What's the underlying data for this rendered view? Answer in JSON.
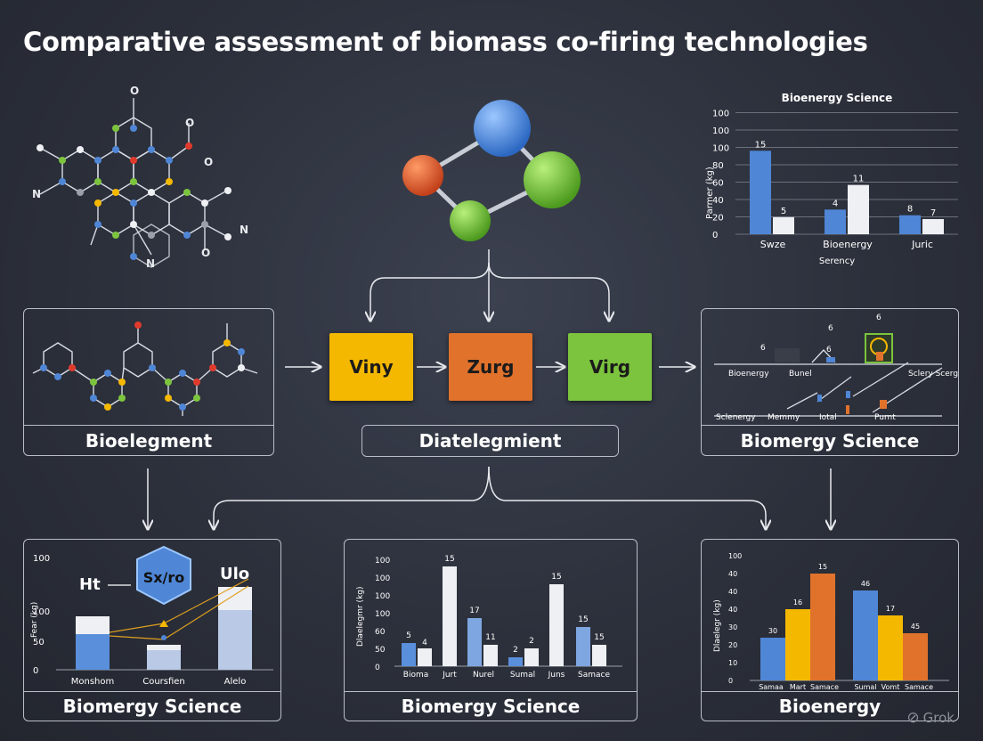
{
  "title": "Comparative assessment of biomass co-firing technologies",
  "colors": {
    "blue": "#4f86d6",
    "orange": "#e0722c",
    "yellow": "#f5b800",
    "green": "#7cc43e",
    "white": "#eef0f4"
  },
  "processes": [
    {
      "label": "Viny",
      "color": "#f5b800"
    },
    {
      "label": "Zurg",
      "color": "#e0722c"
    },
    {
      "label": "Virg",
      "color": "#7cc43e"
    }
  ],
  "mid_labels": {
    "left": "Bioelegment",
    "center": "Diatelegmient",
    "right": "Biomergy Science"
  },
  "bottom_labels": {
    "left": "Biomergy Science",
    "center": "Biomergy Science",
    "right": "Bioenergy"
  },
  "molecule": {
    "atom_labels": [
      "O",
      "O",
      "O",
      "N",
      "N",
      "N",
      "O"
    ]
  },
  "top_chart": {
    "title": "Bioenergy Science",
    "ylabel": "Parmer (kg)",
    "xlabel": "Serency",
    "yticks": [
      "0",
      "20",
      "40",
      "60",
      "80",
      "100",
      "100",
      "100"
    ],
    "categories": [
      "Swze",
      "Bioenergy",
      "Juric"
    ],
    "series": [
      {
        "values": [
          88,
          26,
          20
        ],
        "labels": [
          "15",
          "4",
          "8"
        ]
      },
      {
        "values": [
          18,
          52,
          16
        ],
        "labels": [
          "5",
          "11",
          "7"
        ]
      }
    ]
  },
  "right_diagram": {
    "top_labels": [
      "6",
      "6",
      "6",
      "6"
    ],
    "row1": [
      "Bioenergy",
      "Bunel"
    ],
    "side": "Sclery Scergy",
    "row2": [
      "Sclenergy",
      "Memmy",
      "Iotal",
      "Purnt"
    ]
  },
  "bottom_left": {
    "yticks": [
      "0",
      "50",
      "100",
      "100"
    ],
    "ylabel": "Fear (kg)",
    "hex_label": "Sx/ro",
    "left_label": "Ht",
    "right_label": "Ulo",
    "categories": [
      "Monshom",
      "Coursfien",
      "Alelo"
    ]
  },
  "bottom_center": {
    "ylabel": "Dlaelegmr (kg)",
    "yticks": [
      "0",
      "50",
      "60",
      "100",
      "100",
      "100",
      "100"
    ],
    "categories": [
      "Bioma",
      "Jurt",
      "Nurel",
      "Sumal",
      "Juns",
      "Samace"
    ],
    "labels": [
      "5",
      "4",
      "15",
      "17",
      "11",
      "2",
      "2",
      "15",
      "15",
      "15"
    ]
  },
  "bottom_right": {
    "ylabel": "Dlaelegr (kg)",
    "yticks": [
      "0",
      "10",
      "20",
      "30",
      "40",
      "40",
      "40",
      "100"
    ],
    "categories": [
      "Samaa",
      "Mart",
      "Samace",
      "Sumal",
      "Vomt",
      "Samace"
    ],
    "labels": [
      "30",
      "16",
      "15",
      "46",
      "17",
      "45"
    ]
  },
  "watermark": "Grok"
}
